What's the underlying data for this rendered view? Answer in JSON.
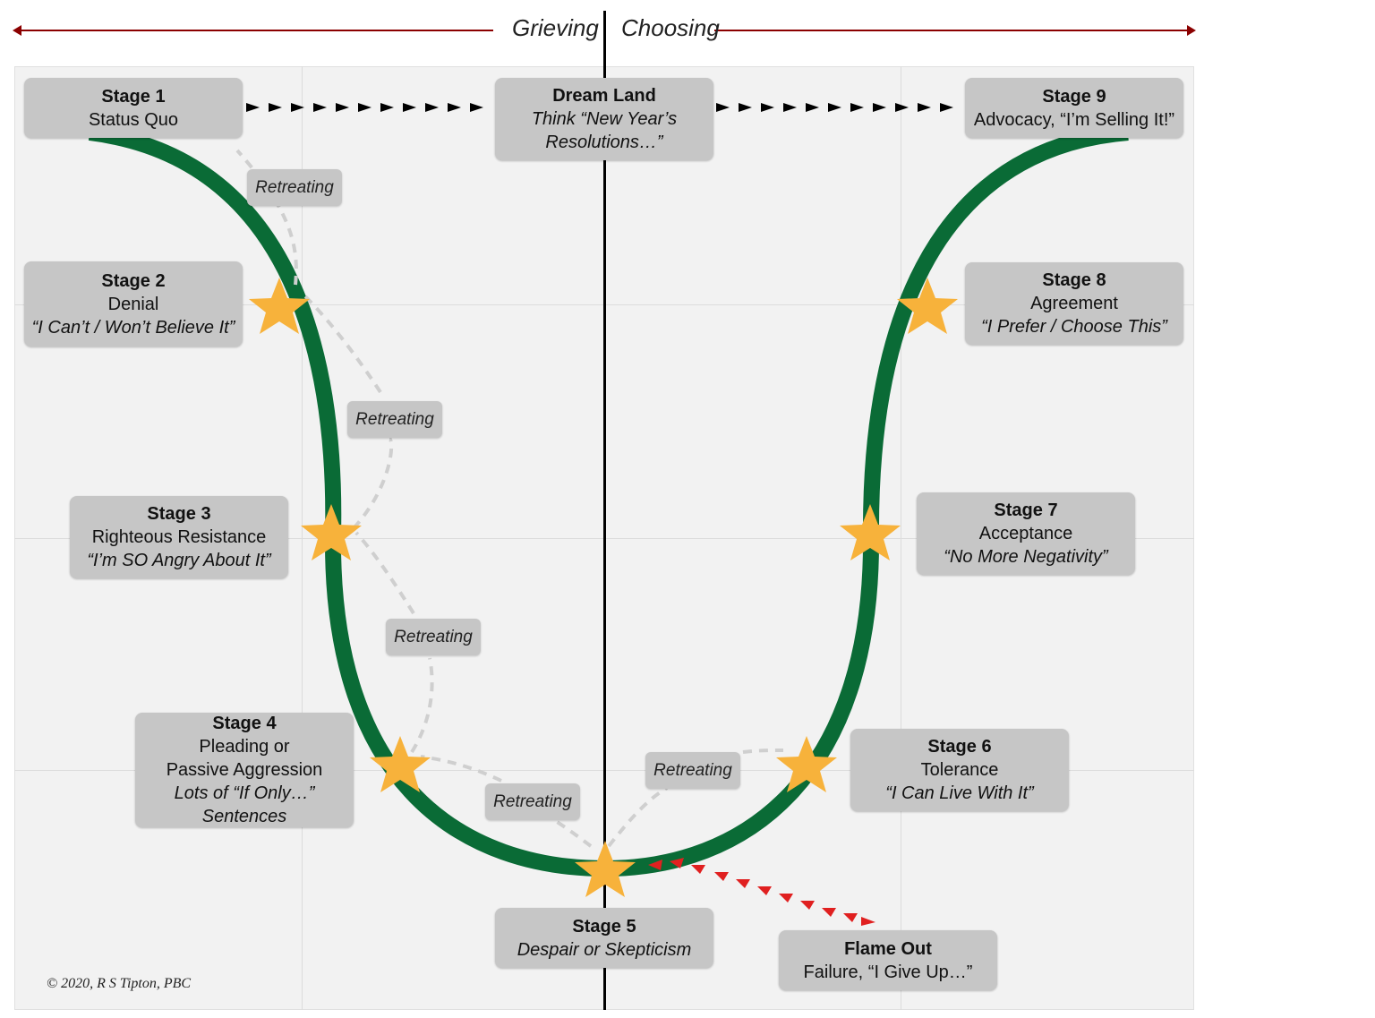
{
  "header": {
    "left_label": "Grieving",
    "right_label": "Choosing"
  },
  "stages": {
    "stage1": {
      "title": "Stage 1",
      "line1": "Status Quo"
    },
    "dream": {
      "title": "Dream Land",
      "line1": "Think “New Year’s",
      "line2": "Resolutions…”"
    },
    "stage9": {
      "title": "Stage 9",
      "line1": "Advocacy, “I’m Selling It!”"
    },
    "stage2": {
      "title": "Stage 2",
      "line1": "Denial",
      "line2": "“I Can’t / Won’t Believe It”"
    },
    "stage8": {
      "title": "Stage 8",
      "line1": "Agreement",
      "line2": "“I Prefer / Choose This”"
    },
    "stage3": {
      "title": "Stage 3",
      "line1": "Righteous Resistance",
      "line2": "“I’m SO Angry About It”"
    },
    "stage7": {
      "title": "Stage 7",
      "line1": "Acceptance",
      "line2": "“No More Negativity”"
    },
    "stage4": {
      "title": "Stage 4",
      "line1": "Pleading or",
      "line2": "Passive Aggression",
      "line3": "Lots of “If Only…” Sentences"
    },
    "stage6": {
      "title": "Stage 6",
      "line1": "Tolerance",
      "line2": "“I Can Live With It”"
    },
    "stage5": {
      "title": "Stage 5",
      "line1": "Despair or Skepticism"
    },
    "flame": {
      "title": "Flame Out",
      "line1": "Failure, “I Give Up…”"
    }
  },
  "retreat_label": "Retreating",
  "copyright": "© 2020, R S Tipton, PBC",
  "colors": {
    "curve": "#0a6b36",
    "star": "#f7b23b",
    "box": "#c6c6c6",
    "retreat_arrow": "#cfcfcf",
    "flame_arrow": "#e02020",
    "axis_arrow": "#8b0000"
  }
}
